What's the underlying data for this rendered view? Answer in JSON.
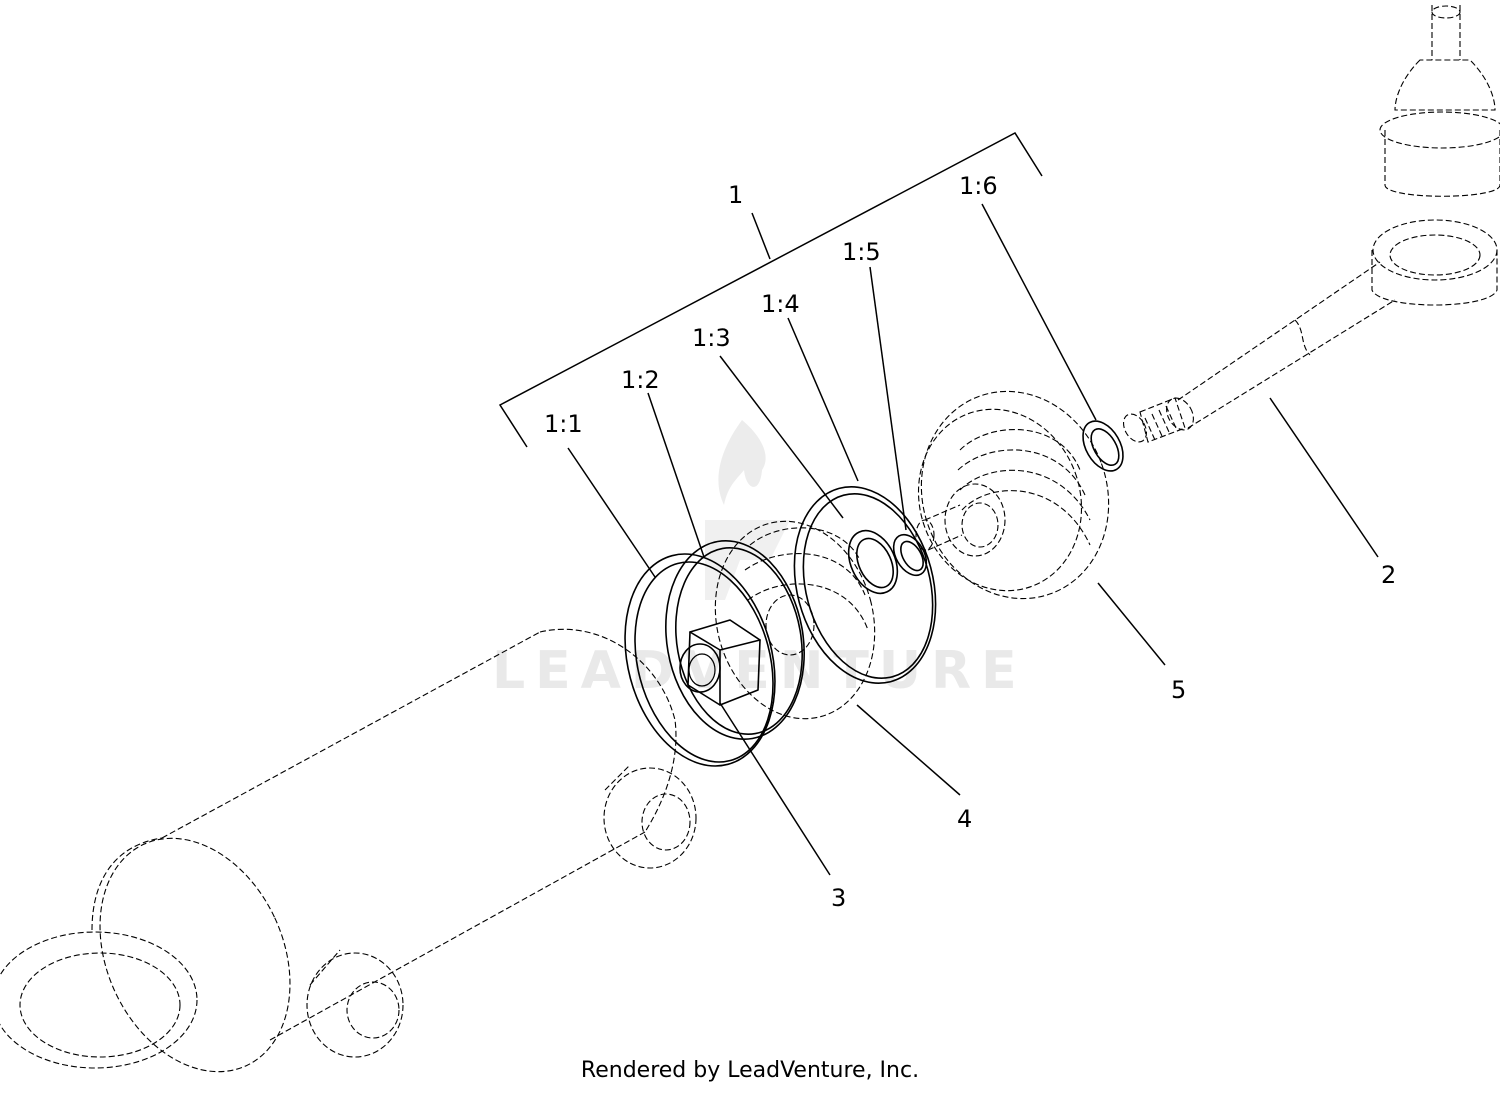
{
  "diagram": {
    "watermark": "LEADVENTURE",
    "footer": "Rendered by LeadVenture, Inc.",
    "callouts": {
      "c1": "1",
      "c1_1": "1:1",
      "c1_2": "1:2",
      "c1_3": "1:3",
      "c1_4": "1:4",
      "c1_5": "1:5",
      "c1_6": "1:6",
      "c2": "2",
      "c3": "3",
      "c4": "4",
      "c5": "5"
    }
  }
}
